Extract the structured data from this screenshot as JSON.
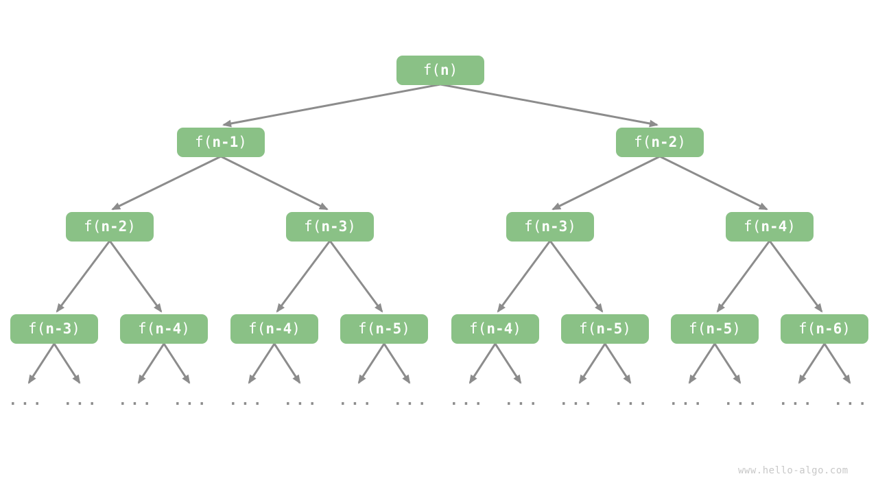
{
  "diagram": {
    "type": "recursion-tree",
    "colors": {
      "node_fill": "#8AC186",
      "node_text": "#FFFFFF",
      "edge_color": "#8C8C8C",
      "watermark_color": "#C8C8C8"
    },
    "ellipsis": "...",
    "levels": [
      {
        "nodes": [
          {
            "prefix": "f(",
            "arg": "n",
            "suffix": ")"
          }
        ]
      },
      {
        "nodes": [
          {
            "prefix": "f(",
            "arg": "n-1",
            "suffix": ")"
          },
          {
            "prefix": "f(",
            "arg": "n-2",
            "suffix": ")"
          }
        ]
      },
      {
        "nodes": [
          {
            "prefix": "f(",
            "arg": "n-2",
            "suffix": ")"
          },
          {
            "prefix": "f(",
            "arg": "n-3",
            "suffix": ")"
          },
          {
            "prefix": "f(",
            "arg": "n-3",
            "suffix": ")"
          },
          {
            "prefix": "f(",
            "arg": "n-4",
            "suffix": ")"
          }
        ]
      },
      {
        "nodes": [
          {
            "prefix": "f(",
            "arg": "n-3",
            "suffix": ")"
          },
          {
            "prefix": "f(",
            "arg": "n-4",
            "suffix": ")"
          },
          {
            "prefix": "f(",
            "arg": "n-4",
            "suffix": ")"
          },
          {
            "prefix": "f(",
            "arg": "n-5",
            "suffix": ")"
          },
          {
            "prefix": "f(",
            "arg": "n-4",
            "suffix": ")"
          },
          {
            "prefix": "f(",
            "arg": "n-5",
            "suffix": ")"
          },
          {
            "prefix": "f(",
            "arg": "n-5",
            "suffix": ")"
          },
          {
            "prefix": "f(",
            "arg": "n-6",
            "suffix": ")"
          }
        ]
      }
    ]
  },
  "watermark": "www.hello-algo.com"
}
